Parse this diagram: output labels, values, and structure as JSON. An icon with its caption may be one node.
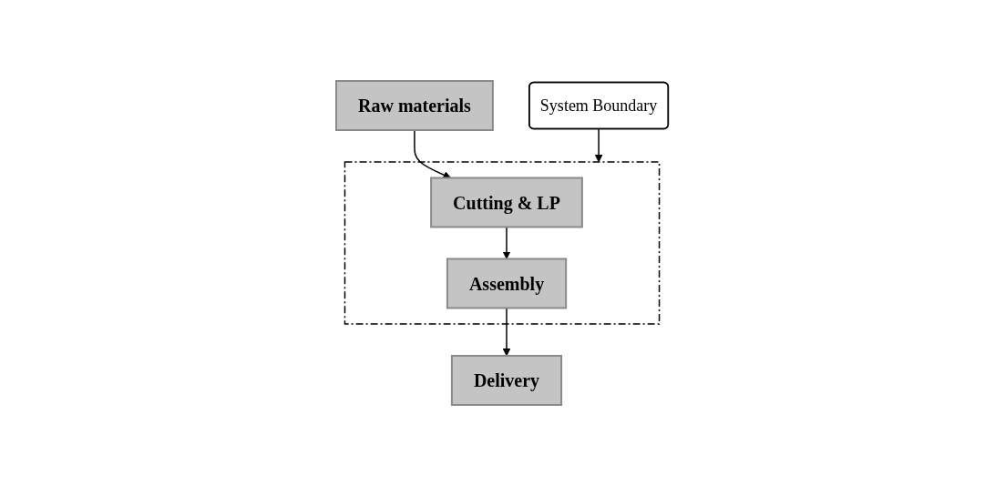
{
  "diagram": {
    "nodes": [
      {
        "text": [
          "Raw materials"
        ]
      },
      {
        "text": [],
        "shape": "box"
      },
      {
        "text": [
          "Cutting & LP"
        ],
        "in": 1
      },
      {
        "text": [
          "Assembly"
        ],
        "in": 1
      },
      {
        "text": [
          "Delivery"
        ]
      },
      {
        "text": [
          "System Boundary"
        ]
      }
    ],
    "edges": [
      {
        "from": 0,
        "to": 2,
        "arrow": "to"
      },
      {
        "from": 2,
        "to": 3,
        "arrow": "to"
      },
      {
        "from": 3,
        "to": 4,
        "arrow": "to"
      },
      {
        "from": 5,
        "to": 1,
        "arrow": "to"
      }
    ]
  }
}
